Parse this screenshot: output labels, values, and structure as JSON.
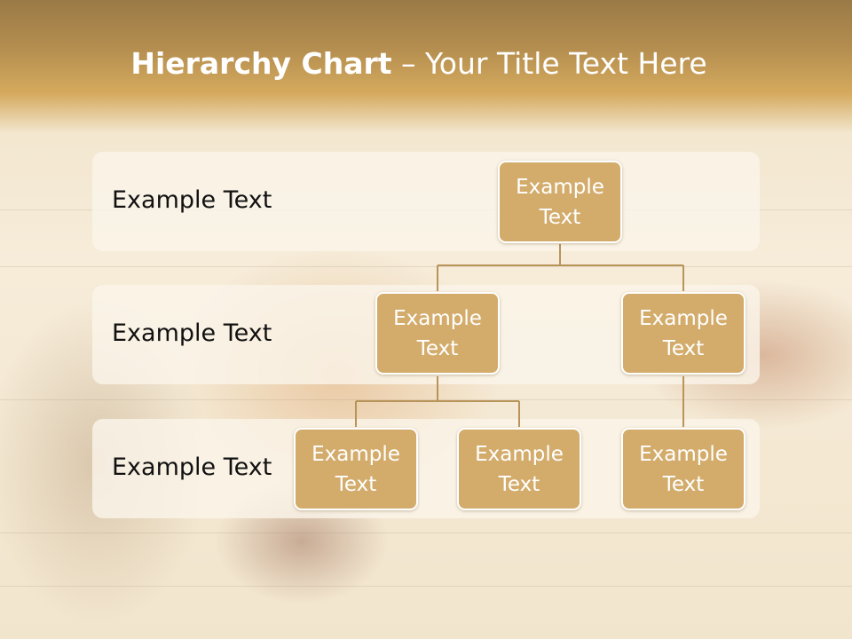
{
  "title": {
    "bold": "Hierarchy Chart",
    "rest": " – Your Title Text Here"
  },
  "levels": [
    {
      "label": "Example Text"
    },
    {
      "label": "Example Text"
    },
    {
      "label": "Example Text"
    }
  ],
  "nodes": {
    "root": "Example Text",
    "level2_left": "Example Text",
    "level2_right": "Example Text",
    "level3_a": "Example Text",
    "level3_b": "Example Text",
    "level3_c": "Example Text"
  },
  "colors": {
    "node_fill": "#d3ac6c",
    "connector": "#b8945a",
    "header": "#b38d4f"
  }
}
